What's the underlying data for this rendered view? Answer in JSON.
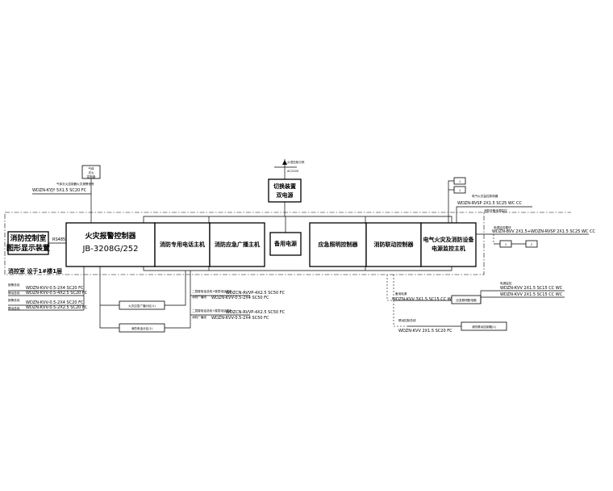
{
  "diagram": {
    "panels": {
      "fire_control_room_display": [
        "消防控制室",
        "图形显示装置"
      ],
      "fire_alarm_controller": {
        "name": "火灾报警控制器",
        "model": "JB-3208G/252"
      },
      "fire_telephone_host": "消防专用电话主机",
      "emergency_broadcast_host": "消防应急广播主机",
      "backup_power": "备用电源",
      "emergency_lighting_controller": "应急照明控制器",
      "linkage_controller": "消防联动控制器",
      "electrical_fire_monitor": [
        "电气火灾及消防设备",
        "电源监控主机"
      ],
      "switch_device": [
        "切换装置",
        "双电源"
      ],
      "gas_extinguishing_box": [
        "气体",
        "灭火",
        "控制盘"
      ],
      "broadcast_box_1": "火灾应急广播分区(1)",
      "broadcast_box_2": "消防电话分区(1)",
      "lighting_box": "应急照明配电箱",
      "linkage_box": "消防联动控制箱(1)",
      "right_tag_1": "1",
      "right_tag_2": "1",
      "small_box_1": "1",
      "small_box_2": "2"
    },
    "labels": {
      "rs485": "RS485",
      "room": "消控室  设于1#楼1层",
      "incoming_power": "AC220V",
      "incoming_sub": "从低压柜引来",
      "gas_line_label": "气体灭火控制器火灾报警信号",
      "gas_cable": "WDZN-KYJY 5X1.5 SC20 FC",
      "right_top_note": "电气火灾监控探测器",
      "right_cable_1": "WDZN-RVSP 2X1.5 SC25 WC CC",
      "right_sub_note": "消防设备电源监控",
      "right_cable_2": "WDZN-BVV 2X1.5+WDZN-RVSP 2X1.5 SC25 WC CC",
      "right_note_3": "电源监控模块",
      "left_note_1": "报警总线",
      "left_cable_1": "WDZN-KVV-0.5-2X4  SC20 FC",
      "left_note_2": "联动总线",
      "left_cable_2": "WDZN-KVV-0.5-4X2.5  SC20 FC",
      "left_note_3": "报警总线",
      "left_cable_3": "WDZN-KVV-0.5-2X4  SC20 FC",
      "left_note_4": "联动总线",
      "left_cable_4": "WDZN-KVV-0.5-2X2.5  SC20 FC",
      "mid_note_1": "二层楼电话总线+楼层电话插孔",
      "mid_cable_1": "WDZCN-RVVP-4X2.5  SC50 FC",
      "mid_note_2": "消防广播线",
      "mid_cable_2": "WDZN-KVV-0.5-2X4  SC50 FC",
      "mid_note_3": "二层楼电话总线+楼层电话插孔",
      "mid_cable_3": "WDZCN-RVVP-4X2.5  SC50 FC",
      "mid_note_4": "消防广播线",
      "mid_cable_4": "WDZN-KVV-0.5-2X4  SC50 FC",
      "br_note_1": "备用电源",
      "br_cable_1": "WDZN-KVV 3X1.5 SC15 CC WC",
      "br_note_2": "电源监控",
      "br_cable_2": "WDZN-KVV 2X1.5 SC15 CC WC",
      "br_cable_3": "WDZN-KVV 2X1.5 SC15 CC WC",
      "br_note_4": "联动控制总线",
      "br_cable_4": "WDZN-KVV 2X1.5 SC20 FC"
    }
  }
}
